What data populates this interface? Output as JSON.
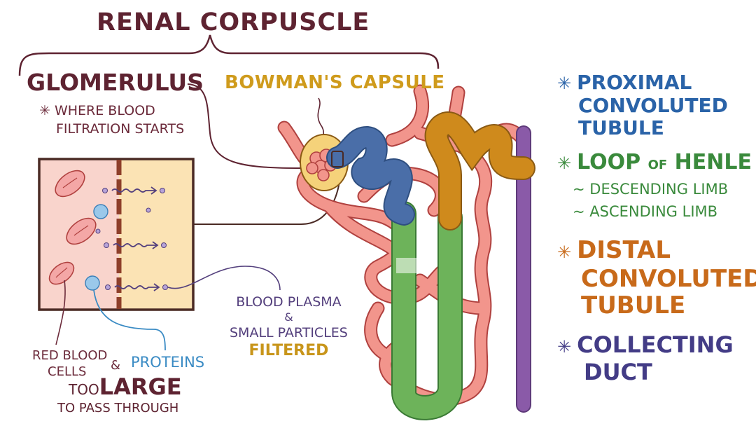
{
  "title": "RENAL CORPUSCLE",
  "glomerulus": {
    "label": "GLOMERULUS",
    "star": "✳",
    "note_line1": "WHERE BLOOD",
    "note_line2": "FILTRATION STARTS"
  },
  "bowman": {
    "label": "BOWMAN'S CAPSULE"
  },
  "filter_caption": {
    "line1": "BLOOD PLASMA",
    "amp": "&",
    "line2": "SMALL PARTICLES",
    "line3": "FILTERED"
  },
  "blocked_caption": {
    "rbc_line1": "RED BLOOD",
    "rbc_line2": "CELLS",
    "amp": "&",
    "proteins": "PROTEINS",
    "too": "TOO",
    "large": "LARGE",
    "to_pass": "TO PASS THROUGH"
  },
  "legend": {
    "star": "✳",
    "proximal": {
      "line1": "PROXIMAL",
      "line2": "CONVOLUTED",
      "line3": "TUBULE"
    },
    "loop": {
      "word1": "LOOP",
      "of": "OF",
      "word2": "HENLE",
      "desc": "~ DESCENDING LIMB",
      "asc": "~ ASCENDING LIMB"
    },
    "distal": {
      "line1": "DISTAL",
      "line2": "CONVOLUTED",
      "line3": "TUBULE"
    },
    "collecting": {
      "line1": "COLLECTING",
      "line2": "DUCT"
    }
  },
  "colors": {
    "maroon": "#5e2331",
    "capillary": "#f2958c",
    "capillary_outline": "#b0413f",
    "proximal": "#4a6ea8",
    "loop": "#6db35a",
    "distal": "#cf8a1c",
    "collecting": "#8a5aa8",
    "bowman": "#f5d27a",
    "membrane": "#8e3f2a",
    "blood_side": "#f9d4cc",
    "filtrate_side": "#fbe3b4"
  }
}
